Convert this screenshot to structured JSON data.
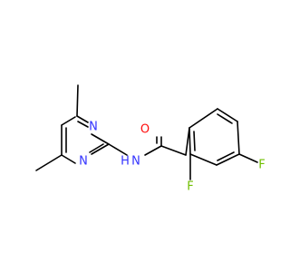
{
  "atoms": {
    "n_ring_top": {
      "symbol": "N",
      "color": "#3333ff"
    },
    "n_ring_bottom": {
      "symbol": "N",
      "color": "#3333ff"
    },
    "nh": {
      "symbol": "N",
      "h_label": "H",
      "color": "#3333ff"
    },
    "o_carbonyl": {
      "symbol": "O",
      "color": "#ff0d0d"
    },
    "f_para": {
      "symbol": "F",
      "color": "#6fbf00"
    },
    "f_ortho": {
      "symbol": "F",
      "color": "#6fbf00"
    }
  },
  "colors": {
    "bond": "#000000",
    "background": "#ffffff"
  }
}
